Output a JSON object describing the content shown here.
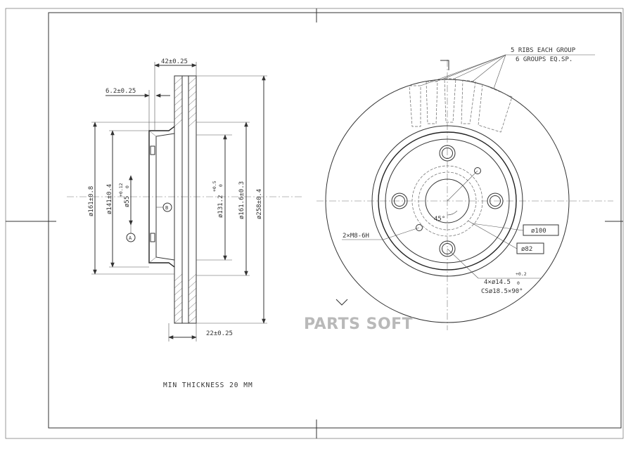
{
  "drawing": {
    "labels": {
      "width_total": "42±0.25",
      "flange_thickness": "6.2±0.25",
      "friction_width": "22±0.25",
      "dia_161": "ø161±0.8",
      "dia_141": "ø141±0.4",
      "dia_55": "ø55",
      "dia_55_tol_upper": "+0.12",
      "dia_55_tol_lower": "0",
      "dia_131": "ø131.2",
      "dia_131_tol_upper": "+0.5",
      "dia_131_tol_lower": "0",
      "dia_161_6": "ø161.6±0.3",
      "dia_258": "ø258±0.4",
      "datum_a": "A",
      "datum_b": "B",
      "min_thickness": "MIN THICKNESS 20 MM",
      "ribs_line1": "5 RIBS EACH GROUP",
      "ribs_line2": "6 GROUPS EQ.SP.",
      "angle": "45°",
      "thread": "2×M8-6H",
      "pcd_100": "ø100",
      "pcd_82": "ø82",
      "holes": "4×ø14.5",
      "holes_tol_upper": "+0.2",
      "holes_tol_lower": "0",
      "countersink": "CSø18.5×90°"
    },
    "watermark": "PARTS SOFT"
  }
}
